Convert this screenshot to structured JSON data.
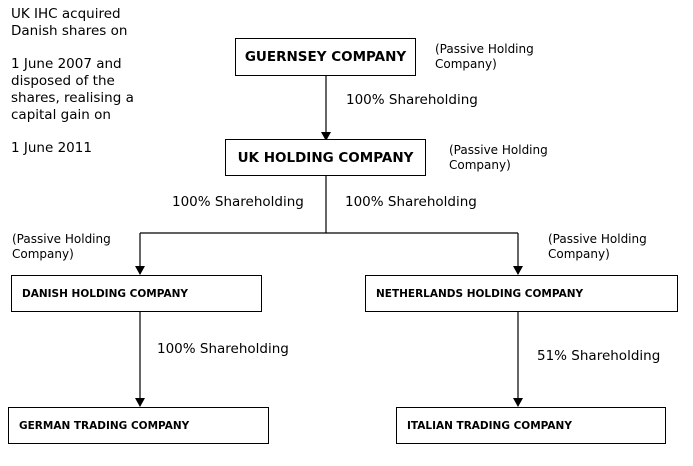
{
  "note": {
    "line1": "UK IHC acquired\nDanish shares on",
    "line2": "1 June 2007  and\ndisposed of the\nshares, realising a\ncapital gain on",
    "line3": "1 June 2011"
  },
  "nodes": {
    "guernsey": "GUERNSEY COMPANY",
    "uk_holding": "UK HOLDING COMPANY",
    "danish_holding": "DANISH HOLDING COMPANY",
    "netherlands_holding": "NETHERLANDS HOLDING COMPANY",
    "german_trading": "GERMAN TRADING COMPANY",
    "italian_trading": "ITALIAN TRADING COMPANY"
  },
  "annotations": {
    "guernsey": "(Passive Holding\nCompany)",
    "uk_holding": "(Passive Holding\nCompany)",
    "danish_holding": "(Passive Holding\nCompany)",
    "netherlands_holding": "(Passive Holding\nCompany)"
  },
  "edges": {
    "guernsey_to_uk": "100% Shareholding",
    "uk_to_danish": "100% Shareholding",
    "uk_to_netherlands": "100% Shareholding",
    "danish_to_german": "100% Shareholding",
    "netherlands_to_italian": "51% Shareholding"
  },
  "colors": {
    "line": "#000000",
    "background": "#ffffff"
  }
}
